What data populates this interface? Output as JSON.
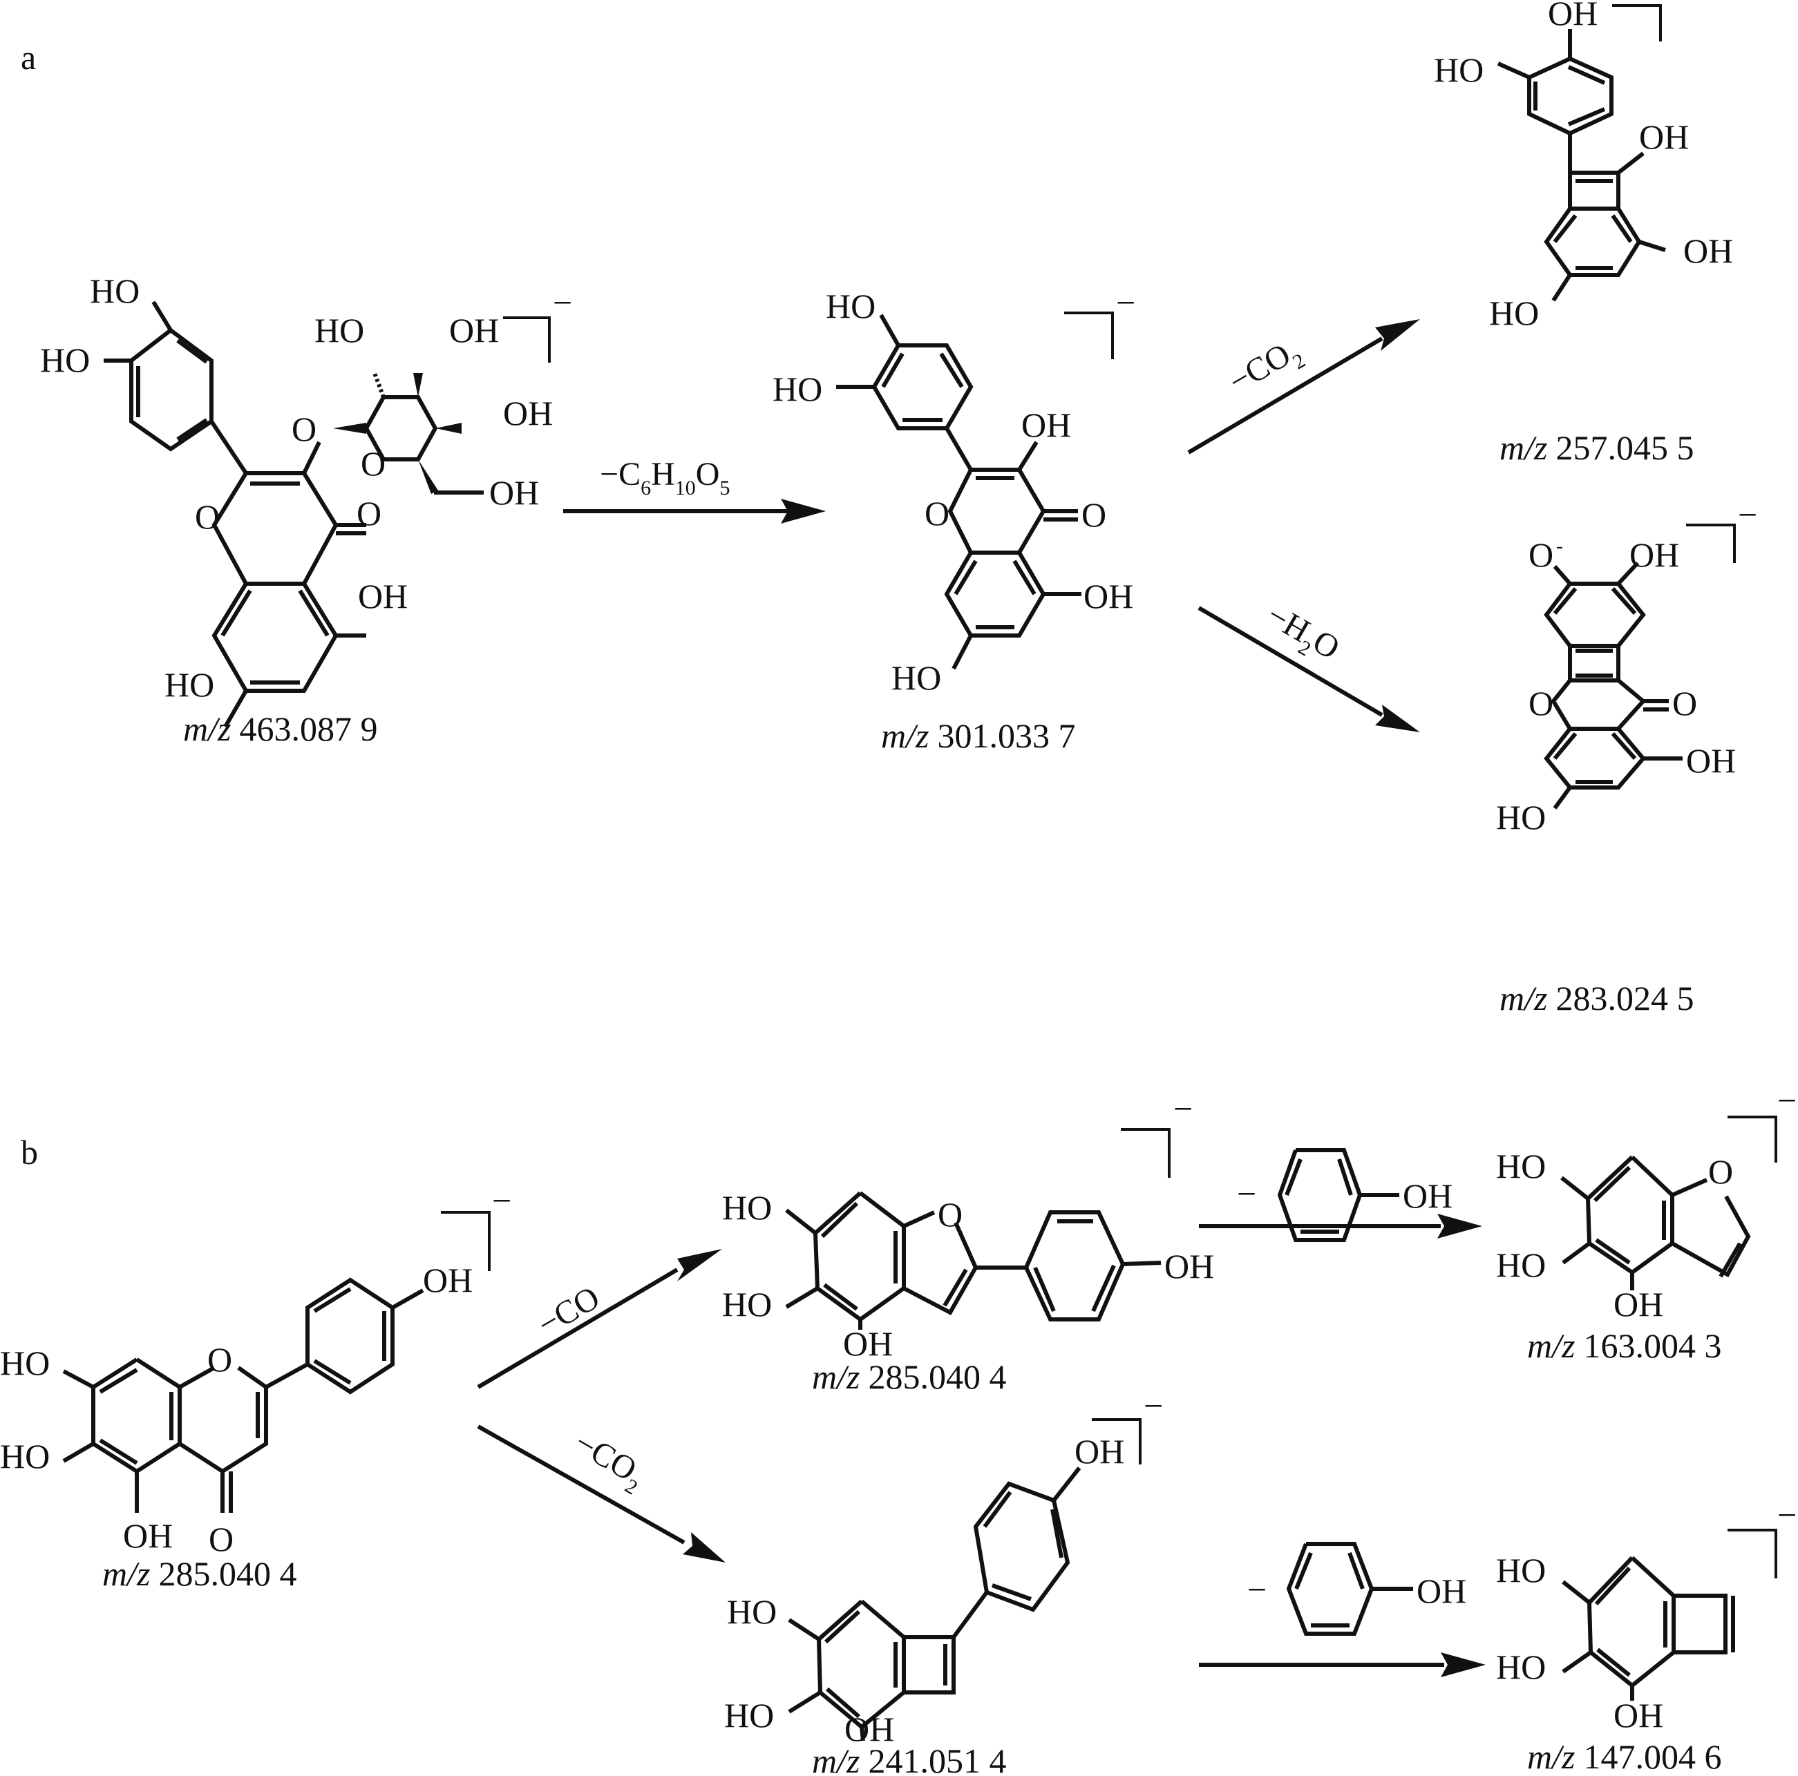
{
  "figure": {
    "panels": [
      {
        "id": "a",
        "label": "a",
        "compounds": [
          {
            "mz_prefix": "m/z",
            "mz": "463.087 9",
            "atoms": [
              "HO",
              "HO",
              "HO",
              "OH",
              "OH",
              "O",
              "O",
              "OH",
              "O",
              "O",
              "OH",
              "HO"
            ],
            "charge": "−"
          },
          {
            "mz_prefix": "m/z",
            "mz": "301.033 7",
            "atoms": [
              "HO",
              "HO",
              "OH",
              "O",
              "O",
              "OH",
              "HO"
            ],
            "charge": "−"
          },
          {
            "mz_prefix": "m/z",
            "mz": "257.045 5",
            "atoms": [
              "OH",
              "HO",
              "OH",
              "OH",
              "HO"
            ],
            "charge": "−"
          },
          {
            "mz_prefix": "m/z",
            "mz": "283.024 5",
            "atoms": [
              "O",
              "-",
              "OH",
              "O",
              "O",
              "OH",
              "HO"
            ],
            "charge": "−"
          }
        ],
        "transitions": [
          {
            "loss_main": "−C",
            "loss_parts": [
              "6",
              "H",
              "10",
              "O",
              "5"
            ]
          },
          {
            "loss_main": "−CO",
            "loss_sub": "2"
          },
          {
            "loss_main": "−H",
            "loss_sub": "2",
            "loss_tail": "O"
          }
        ]
      },
      {
        "id": "b",
        "label": "b",
        "compounds": [
          {
            "mz_prefix": "m/z",
            "mz": "285.040 4",
            "atoms": [
              "OH",
              "HO",
              "O",
              "HO",
              "OH",
              "O"
            ],
            "charge": "−"
          },
          {
            "mz_prefix": "m/z",
            "mz": "285.040 4",
            "atoms": [
              "HO",
              "O",
              "OH",
              "HO",
              "OH"
            ],
            "charge": "−"
          },
          {
            "mz_prefix": "m/z",
            "mz": "163.004 3",
            "atoms": [
              "HO",
              "O",
              "HO",
              "OH"
            ],
            "charge": "−"
          },
          {
            "mz_prefix": "m/z",
            "mz": "241.051 4",
            "atoms": [
              "OH",
              "HO",
              "HO",
              "OH"
            ],
            "charge": "−"
          },
          {
            "mz_prefix": "m/z",
            "mz": "147.004 6",
            "atoms": [
              "HO",
              "HO",
              "OH"
            ],
            "charge": "−"
          }
        ],
        "transitions": [
          {
            "loss_main": "−CO"
          },
          {
            "loss_main": "−CO",
            "loss_sub": "2"
          },
          {
            "loss_prefix": "−",
            "loss_group": "OH"
          },
          {
            "loss_prefix": "−",
            "loss_group": "OH"
          }
        ]
      }
    ]
  }
}
